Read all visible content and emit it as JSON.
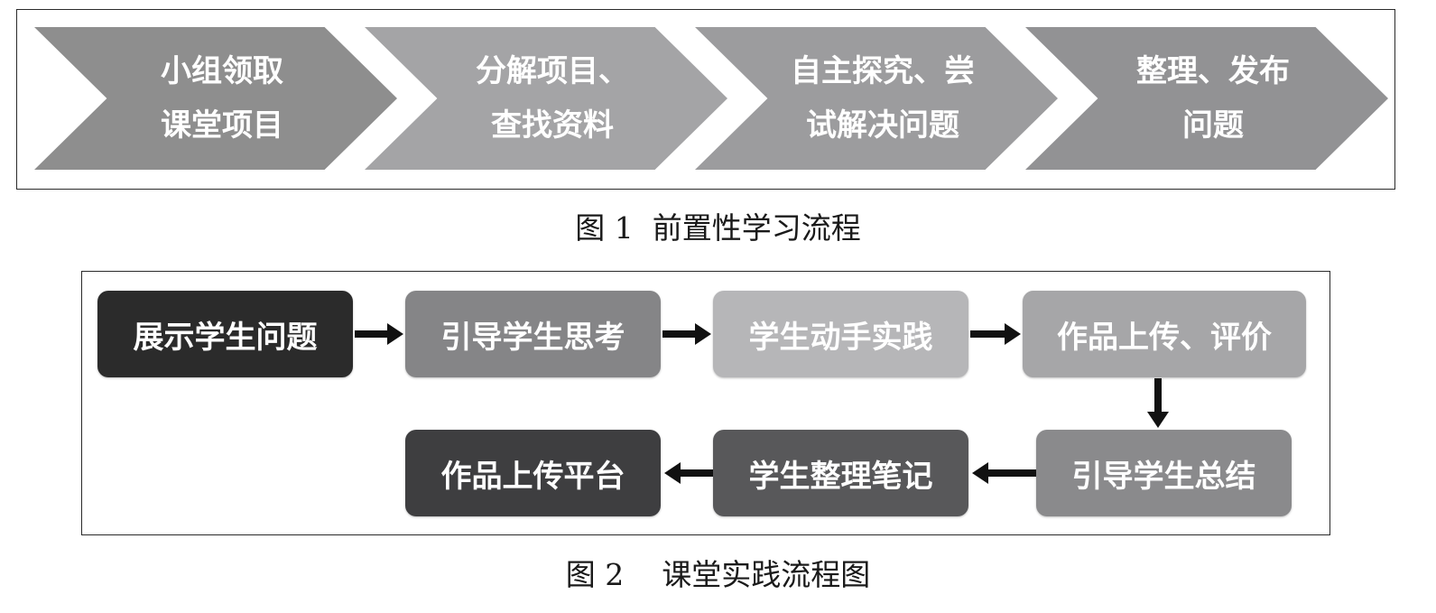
{
  "figure1": {
    "caption": "图 1  前置性学习流程",
    "steps": [
      {
        "line1": "小组领取",
        "line2": "课堂项目",
        "color": "#8e8e8e"
      },
      {
        "line1": "分解项目、",
        "line2": "查找资料",
        "color": "#a4a4a6"
      },
      {
        "line1": "自主探究、尝",
        "line2": "试解决问题",
        "color": "#9c9c9e"
      },
      {
        "line1": "整理、发布",
        "line2": "问题",
        "color": "#929294"
      }
    ]
  },
  "figure2": {
    "caption": "图 2    课堂实践流程图",
    "nodes": {
      "show_problem": "展示学生问题",
      "guide_thinking": "引导学生思考",
      "hands_on": "学生动手实践",
      "upload_evaluate": "作品上传、评价",
      "guide_summary": "引导学生总结",
      "organize_notes": "学生整理笔记",
      "upload_platform": "作品上传平台"
    },
    "arrow_color": "#111111"
  }
}
